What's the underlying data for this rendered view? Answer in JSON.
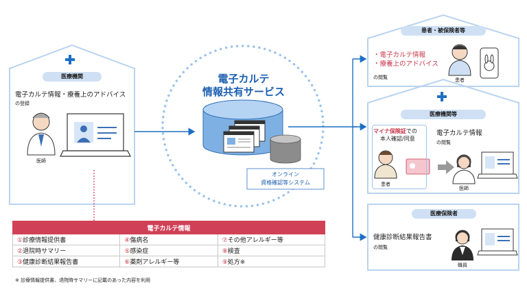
{
  "center": {
    "title_line1": "電子カルテ",
    "title_line2": "情報共有サービス",
    "online_line1": "オンライン",
    "online_line2": "資格確認等システム"
  },
  "left": {
    "pill": "医療機関",
    "heading": "電子カルテ情報・療養上のアドバイス",
    "sub": "の登録",
    "doctor_label": "医師"
  },
  "patients": {
    "pill": "患者・被保険者等",
    "item1": "・電子カルテ情報",
    "item2": "・療養上のアドバイス",
    "sub": "の閲覧",
    "patient_label": "患者"
  },
  "institutions": {
    "pill": "医療機関等",
    "mynumber_highlight": "マイナ保険証",
    "mynumber_suffix": "での",
    "mynumber_line2": "本人確認/同意",
    "patient_label": "患者",
    "heading": "電子カルテ情報",
    "sub": "の閲覧",
    "doctor_label": "医師"
  },
  "insurers": {
    "pill": "医療保険者",
    "heading": "健康診断結果報告書",
    "sub": "の閲覧",
    "staff_label": "職員"
  },
  "emr_table": {
    "header": "電子カルテ情報",
    "rows": [
      [
        {
          "n": "①",
          "t": "診療情報提供書"
        },
        {
          "n": "④",
          "t": "傷病名"
        },
        {
          "n": "⑦",
          "t": "その他アレルギー等"
        }
      ],
      [
        {
          "n": "②",
          "t": "退院時サマリー"
        },
        {
          "n": "⑤",
          "t": "感染症"
        },
        {
          "n": "⑧",
          "t": "検査"
        }
      ],
      [
        {
          "n": "③",
          "t": "健康診断結果報告書"
        },
        {
          "n": "⑥",
          "t": "薬剤アレルギー等"
        },
        {
          "n": "⑨",
          "t": "処方※"
        }
      ]
    ]
  },
  "footnote": "※ 診療情報提供書、退院時サマリーに記載のあった内容を利用",
  "colors": {
    "accent_blue": "#1b6fc4",
    "house_stroke": "#b9d3ef",
    "table_header": "#d04157",
    "pill_bg": "#cfe0f5"
  }
}
